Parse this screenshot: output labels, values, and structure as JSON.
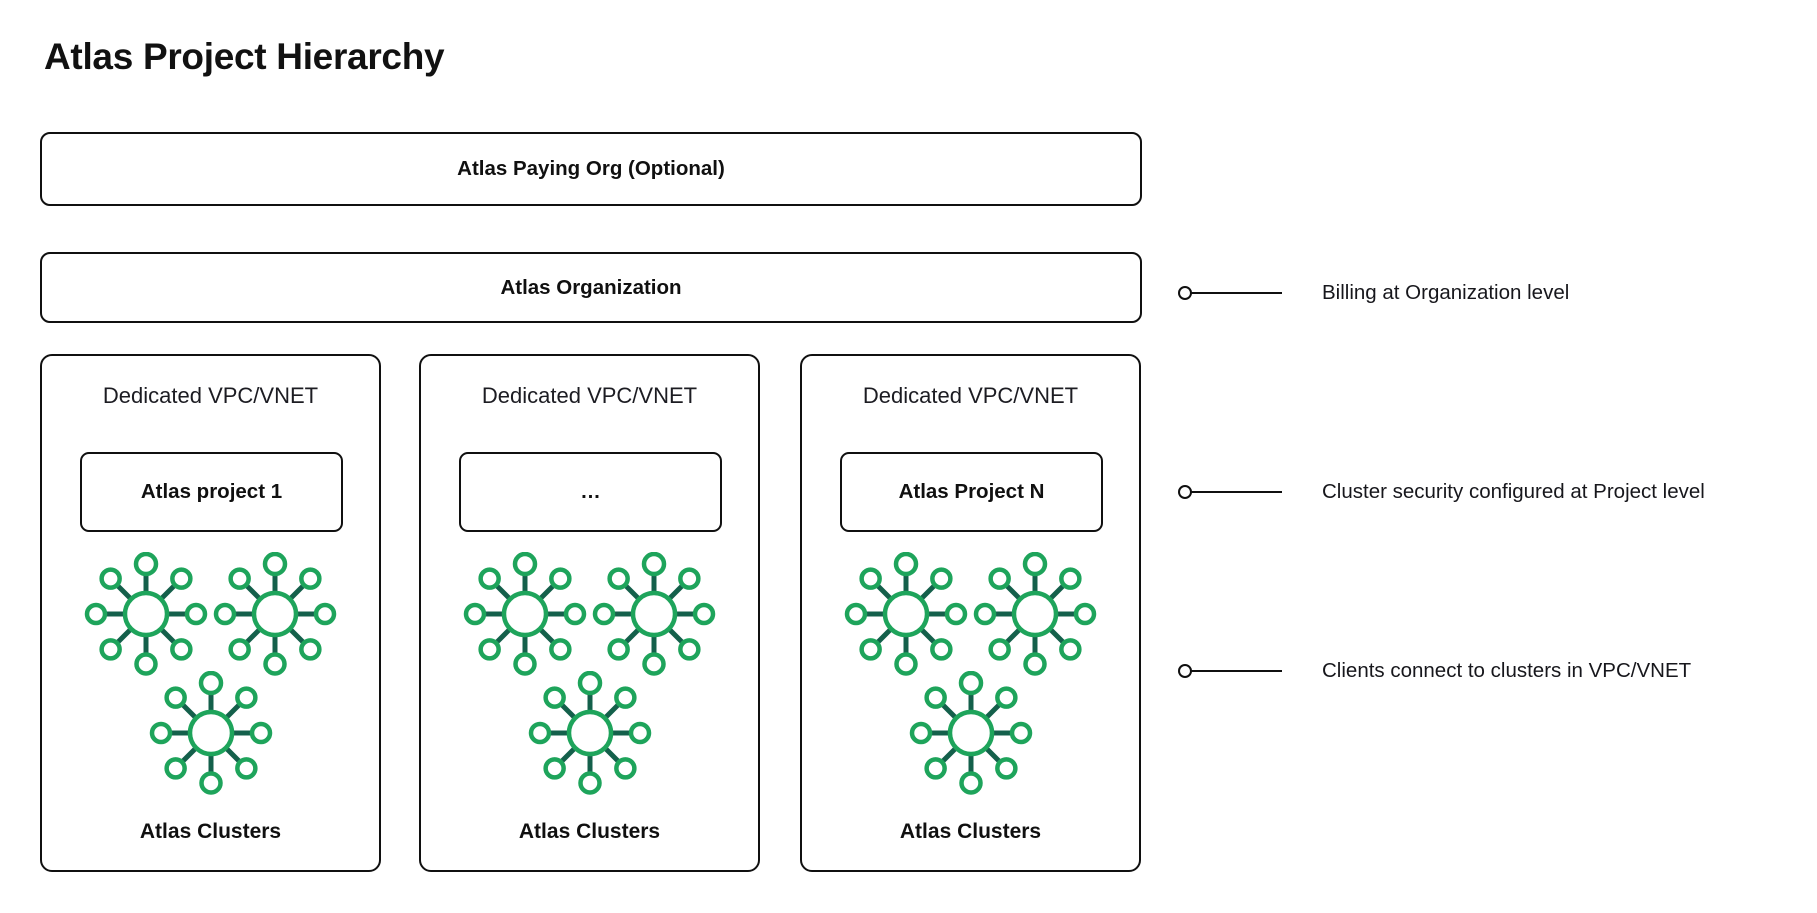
{
  "title": "Atlas Project Hierarchy",
  "org_boxes": [
    {
      "label": "Atlas Paying Org (Optional)"
    },
    {
      "label": "Atlas Organization"
    }
  ],
  "vpc_boxes": [
    {
      "header": "Dedicated VPC/VNET",
      "project_label": "Atlas project 1",
      "clusters_label": "Atlas Clusters",
      "cluster_count": 3
    },
    {
      "header": "Dedicated VPC/VNET",
      "project_label": "…",
      "clusters_label": "Atlas Clusters",
      "cluster_count": 3
    },
    {
      "header": "Dedicated VPC/VNET",
      "project_label": "Atlas Project N",
      "clusters_label": "Atlas Clusters",
      "cluster_count": 3
    }
  ],
  "callouts": [
    {
      "label": "Billing at Organization level"
    },
    {
      "label": "Cluster security configured at Project level"
    },
    {
      "label": "Clients connect to clusters in VPC/VNET"
    }
  ],
  "icons": {
    "cluster": "atlas-cluster-network-icon",
    "callout_connector": "circle-line-connector-icon"
  },
  "colors": {
    "cluster_circle": "#1EA45B",
    "cluster_spoke": "#14604B",
    "border": "#101010",
    "background": "#ffffff",
    "text": "#101010"
  }
}
